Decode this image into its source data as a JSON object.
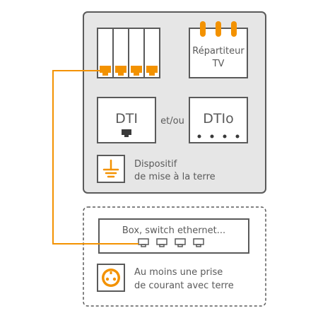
{
  "repartiteur": {
    "line1": "Répartiteur",
    "line2": "TV"
  },
  "dti": {
    "label": "DTI"
  },
  "et_ou": "et/ou",
  "dtio": {
    "label": "DTIo"
  },
  "ground": {
    "line1": "Dispositif",
    "line2": "de mise à la terre"
  },
  "box": {
    "label": "Box, switch ethernet..."
  },
  "outlet": {
    "line1": "Au moins une prise",
    "line2": "de courant avec terre"
  },
  "colors": {
    "accent": "#f39200",
    "panel_fill": "#e6e6e6",
    "panel_stroke": "#5a5a5a",
    "text": "#5a5a5a"
  },
  "icons": [
    "rj45-port-icon",
    "earth-ground-icon",
    "power-socket-icon",
    "coax-connector-icon"
  ]
}
